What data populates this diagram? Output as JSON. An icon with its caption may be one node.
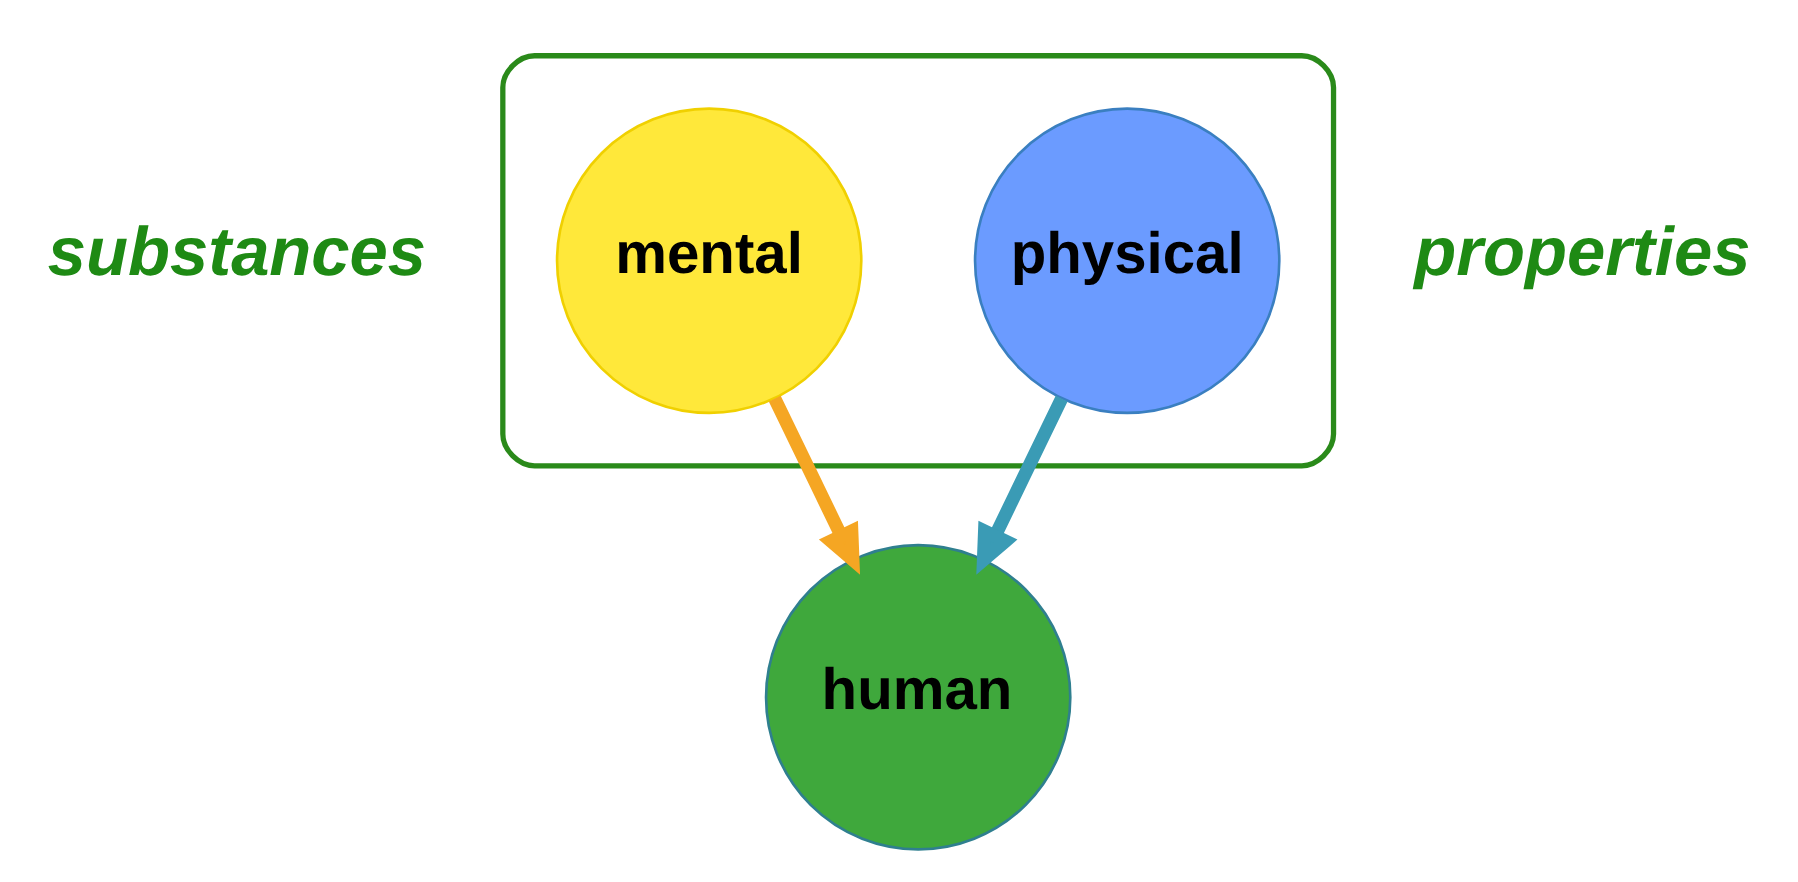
{
  "diagram": {
    "nodes": [
      {
        "text": [],
        "shape": "ellipse"
      },
      {
        "text": [
          "mental"
        ],
        "in": 0
      },
      {
        "text": [
          "physical"
        ],
        "in": 0
      },
      {
        "text": [
          "human"
        ]
      }
    ],
    "edges": [
      {
        "from": 1,
        "to": 3,
        "arrow": "to",
        "color": "#f5a623"
      },
      {
        "from": 2,
        "to": 3,
        "arrow": "to",
        "color": "#3a9bb5"
      }
    ],
    "labels": [
      "substances",
      "properties"
    ]
  }
}
